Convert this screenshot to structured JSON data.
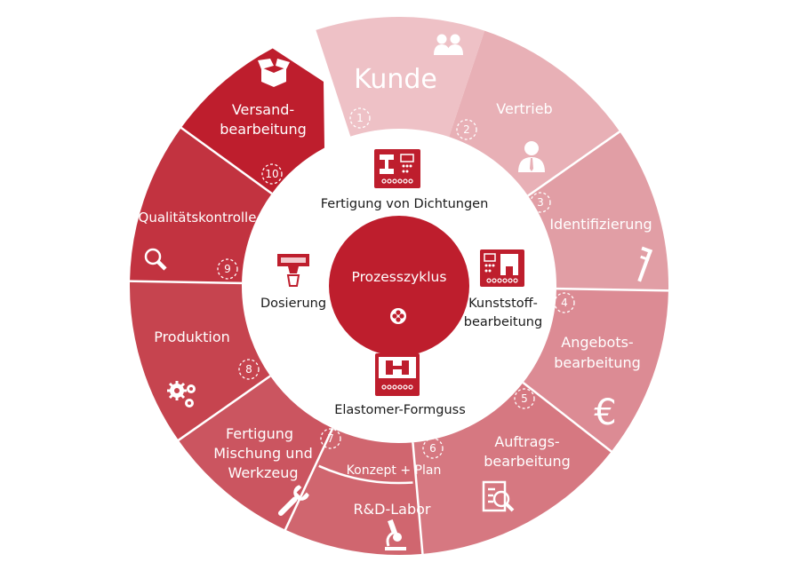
{
  "colors": {
    "accent": "#be1e2d",
    "kunde": "#eec1c6",
    "vertrieb": "#e8b0b6",
    "identifizierung": "#e19ea5",
    "angebot": "#dc8b94",
    "auftrag": "#d67881",
    "rnd": "#d0666f",
    "fertigung": "#cb5560",
    "produktion": "#c6444f",
    "qualitaet": "#c23340",
    "versand": "#be1e2d"
  },
  "segments": [
    {
      "id": "kunde",
      "number": "1",
      "lines": [
        "Kunde"
      ],
      "icon": "people-icon"
    },
    {
      "id": "vertrieb",
      "number": "2",
      "lines": [
        "Vertrieb"
      ],
      "icon": "businessman-icon"
    },
    {
      "id": "identifizierung",
      "number": "3",
      "lines": [
        "Identifizierung"
      ],
      "icon": "caliper-icon"
    },
    {
      "id": "angebot",
      "number": "4",
      "lines": [
        "Angebots-",
        "bearbeitung"
      ],
      "icon": "euro-icon"
    },
    {
      "id": "auftrag",
      "number": "5",
      "lines": [
        "Auftrags-",
        "bearbeitung"
      ],
      "icon": "document-search-icon"
    },
    {
      "id": "rnd",
      "number": "6",
      "lines": [
        "Konzept + Plan",
        "R&D-Labor"
      ],
      "icon": "microscope-icon"
    },
    {
      "id": "fertigung",
      "number": "7",
      "lines": [
        "Fertigung",
        "Mischung und",
        "Werkzeug"
      ],
      "icon": "wrench-icon"
    },
    {
      "id": "produktion",
      "number": "8",
      "lines": [
        "Produktion"
      ],
      "icon": "gears-icon"
    },
    {
      "id": "qualitaet",
      "number": "9",
      "lines": [
        "Qualitätskontrolle"
      ],
      "icon": "magnifier-icon"
    },
    {
      "id": "versand",
      "number": "10",
      "lines": [
        "Versand-",
        "bearbeitung"
      ],
      "icon": "box-icon"
    }
  ],
  "inner": {
    "center": "Prozesszyklus",
    "dichtungen": "Fertigung von Dichtungen",
    "dosierung": "Dosierung",
    "kunststoff": [
      "Kunststoff-",
      "bearbeitung"
    ],
    "elastomer": "Elastomer-Formguss"
  }
}
